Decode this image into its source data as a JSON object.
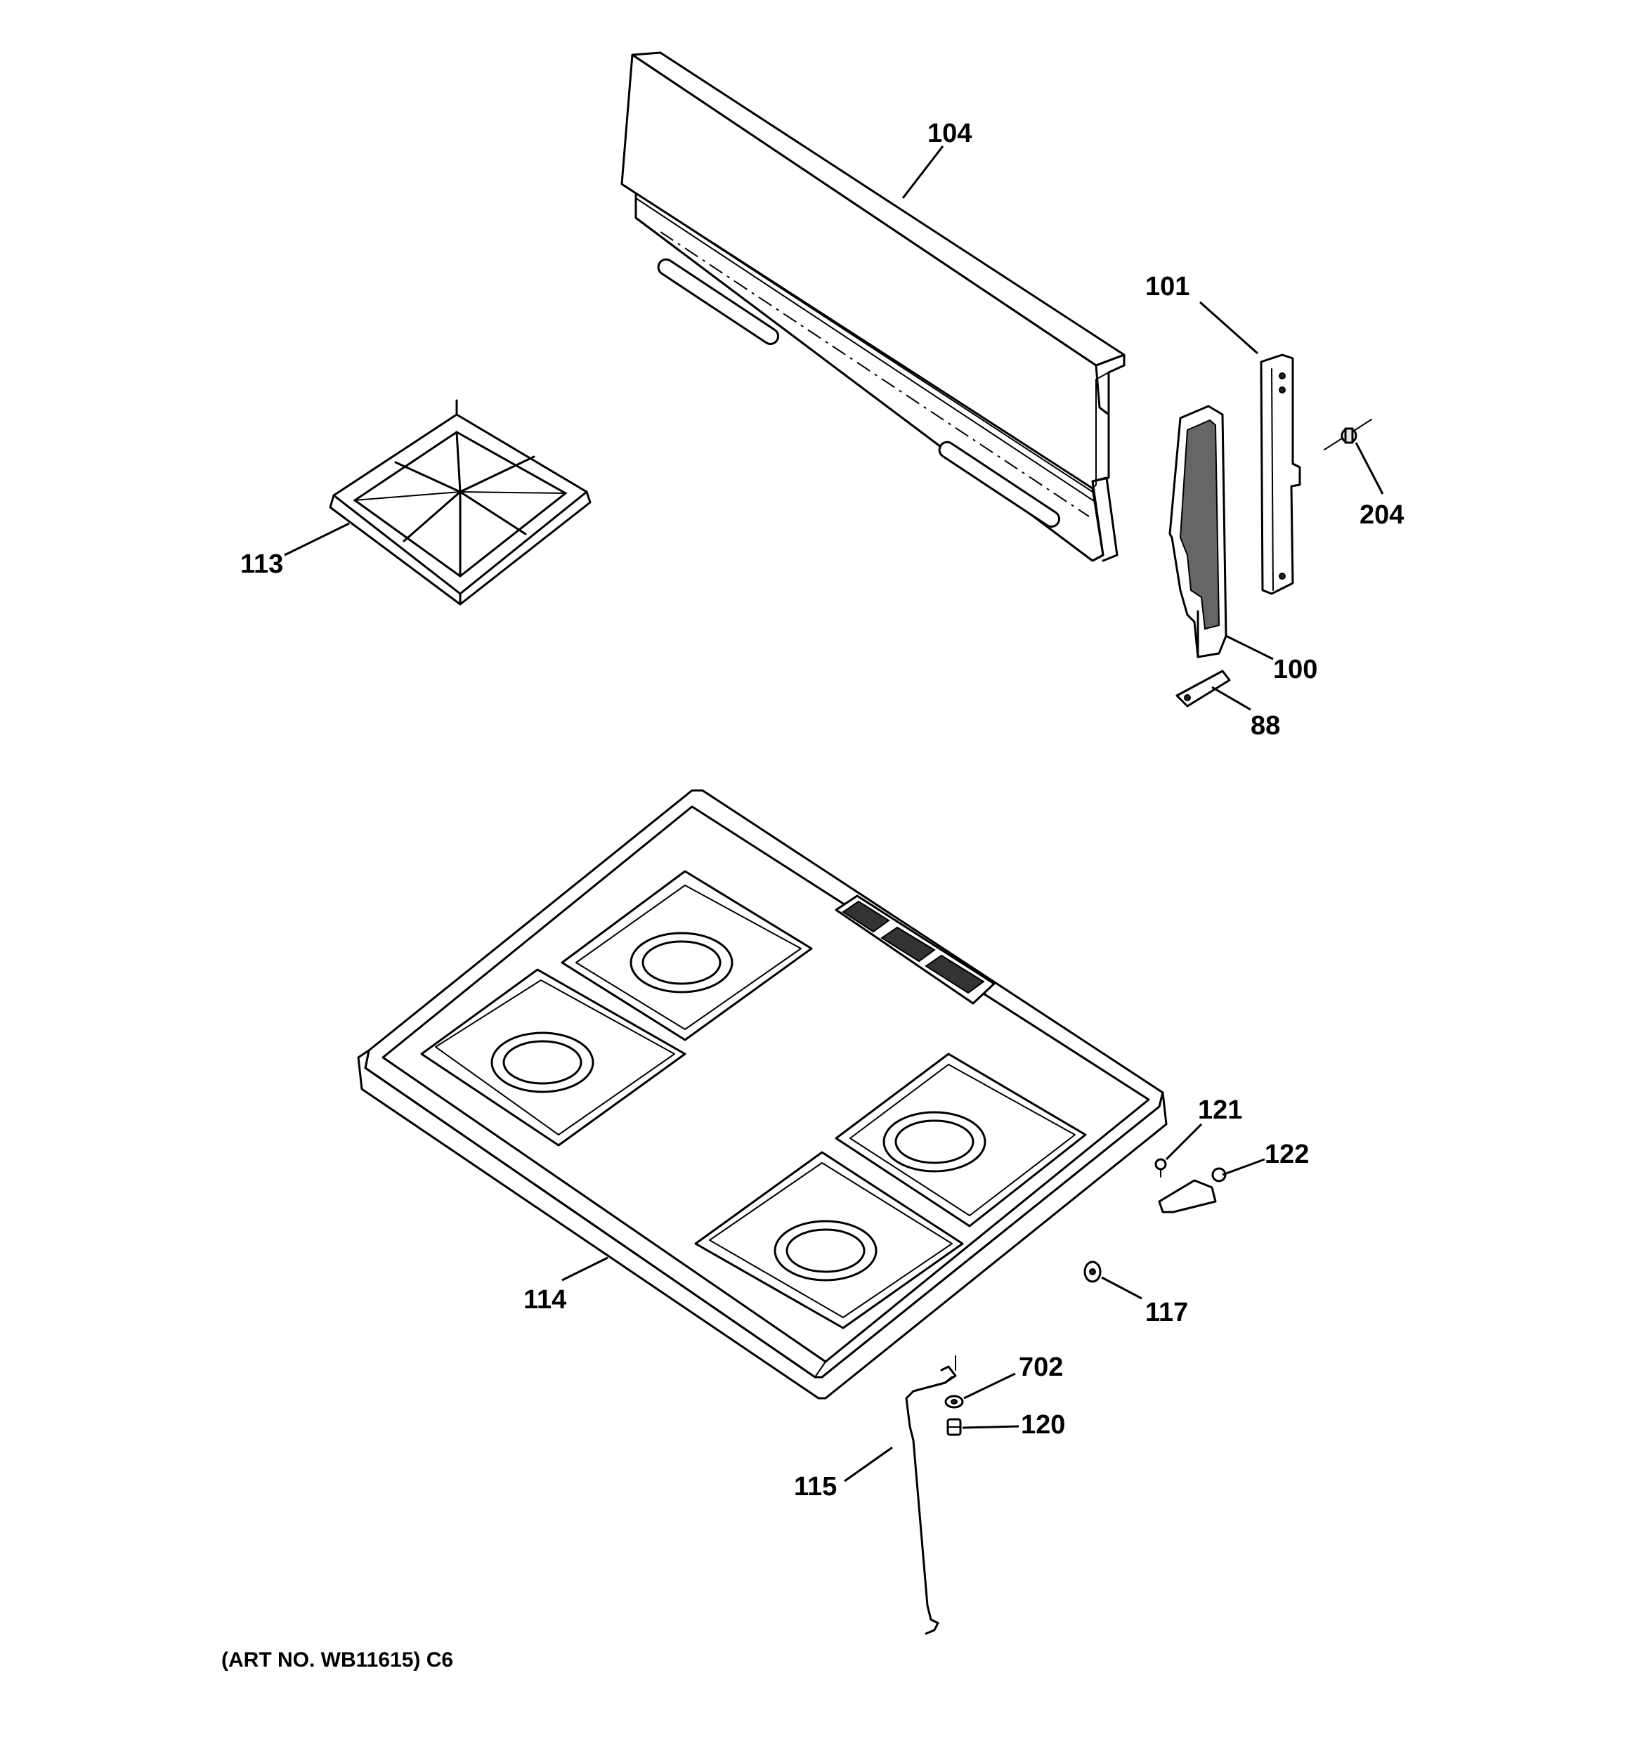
{
  "diagram": {
    "part_labels": {
      "p104": "104",
      "p101": "101",
      "p204": "204",
      "p113": "113",
      "p100": "100",
      "p88": "88",
      "p121": "121",
      "p122": "122",
      "p114": "114",
      "p117": "117",
      "p702": "702",
      "p120": "120",
      "p115": "115"
    },
    "art_number": "(ART NO. WB11615) C6"
  }
}
